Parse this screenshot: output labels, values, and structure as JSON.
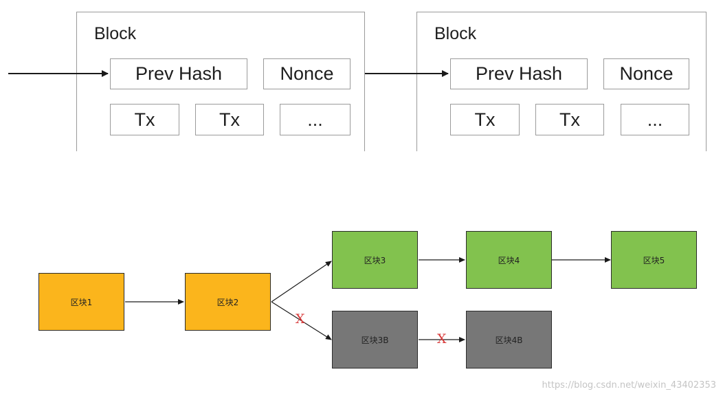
{
  "top_diagram": {
    "blocks": [
      {
        "title": "Block",
        "prev_hash": "Prev Hash",
        "nonce": "Nonce",
        "tx": [
          "Tx",
          "Tx",
          "..."
        ]
      },
      {
        "title": "Block",
        "prev_hash": "Prev Hash",
        "nonce": "Nonce",
        "tx": [
          "Tx",
          "Tx",
          "..."
        ]
      }
    ]
  },
  "bottom_diagram": {
    "nodes": [
      {
        "label": "区块1",
        "color": "#fbb51c"
      },
      {
        "label": "区块2",
        "color": "#fbb51c"
      },
      {
        "label": "区块3",
        "color": "#82c24e"
      },
      {
        "label": "区块4",
        "color": "#82c24e"
      },
      {
        "label": "区块5",
        "color": "#82c24e"
      },
      {
        "label": "区块3B",
        "color": "#777777"
      },
      {
        "label": "区块4B",
        "color": "#777777"
      }
    ],
    "invalid_marks": [
      "X",
      "X"
    ]
  },
  "watermark": "https://blog.csdn.net/weixin_43402353"
}
